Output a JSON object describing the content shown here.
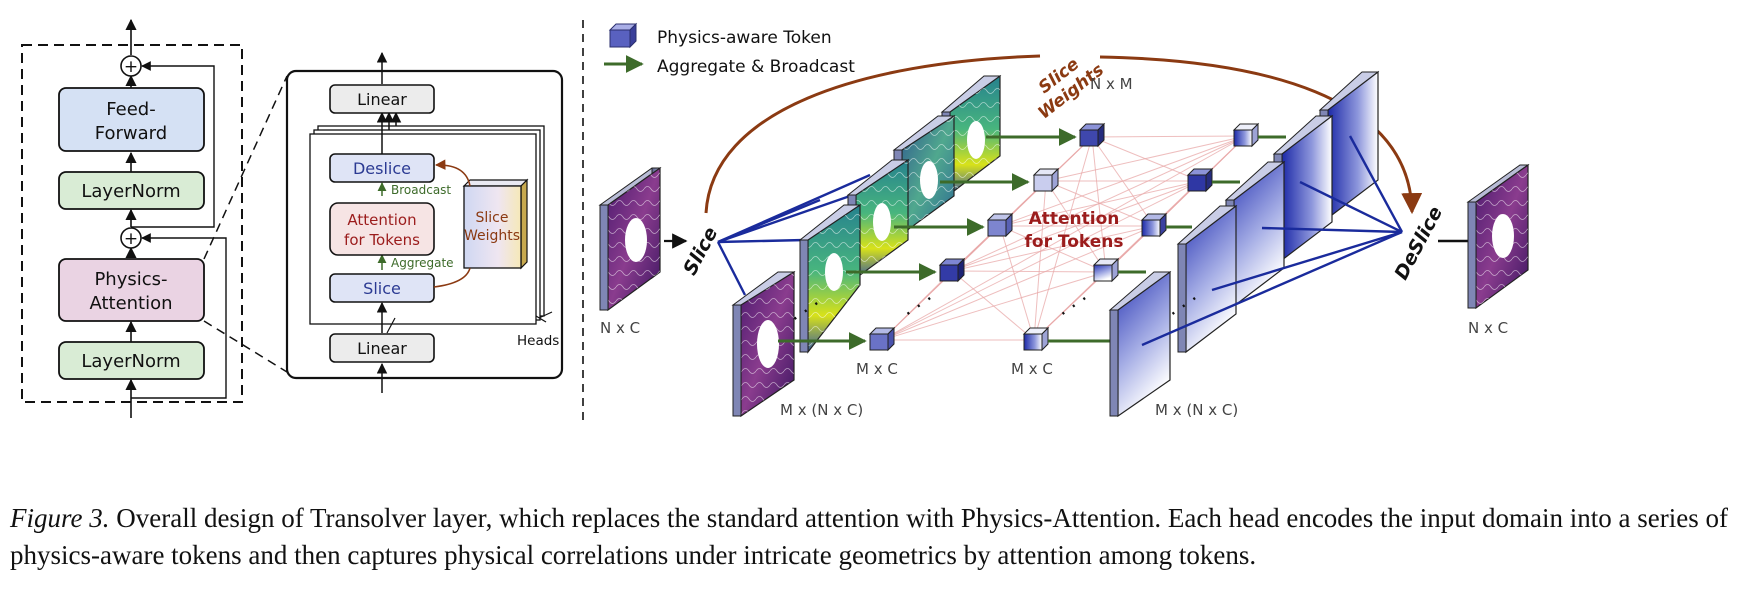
{
  "block": {
    "feed_forward_line1": "Feed-",
    "feed_forward_line2": "Forward",
    "layernorm_top": "LayerNorm",
    "physics_attention_line1": "Physics-",
    "physics_attention_line2": "Attention",
    "layernorm_bottom": "LayerNorm",
    "add_symbol": "+"
  },
  "zoom": {
    "linear_top": "Linear",
    "deslice": "Deslice",
    "broadcast": "Broadcast",
    "attention_line1": "Attention",
    "attention_line2": "for Tokens",
    "aggregate": "Aggregate",
    "slice": "Slice",
    "slice_weights_line1": "Slice",
    "slice_weights_line2": "Weights",
    "linear_bottom": "Linear",
    "heads": "Heads"
  },
  "legend": {
    "token": "Physics-aware Token",
    "arrow": "Aggregate & Broadcast"
  },
  "pipeline": {
    "slice_op": "Slice",
    "deslice_op": "DeSlice",
    "slice_weights_line1": "Slice",
    "slice_weights_line2": "Weights",
    "nxm": "N x M",
    "attention_line1": "Attention",
    "attention_line2": "for Tokens",
    "nxc_left": "N x C",
    "nxc_right": "N x C",
    "mxc_1": "M x C",
    "mxc_2": "M x C",
    "mxnxc_left": "M x (N x C)",
    "mxnxc_right": "M x (N x C)",
    "dots": "·  ·  ·"
  },
  "colors": {
    "feed_forward": "#d5e1f4",
    "layernorm": "#d9ecd5",
    "physics_attention": "#ead3e3",
    "token": "#5961c0",
    "arrow_green": "#3d6b2a",
    "arc_brown": "#8b3a12",
    "attention_red": "#9b1c1c",
    "slice_lines": "#1a2b9c"
  },
  "caption": {
    "label": "Figure 3.",
    "text": "Overall design of Transolver layer, which replaces the standard attention with Physics-Attention. Each head encodes the input domain into a series of physics-aware tokens and then captures physical correlations under intricate geometrics by attention among tokens."
  }
}
